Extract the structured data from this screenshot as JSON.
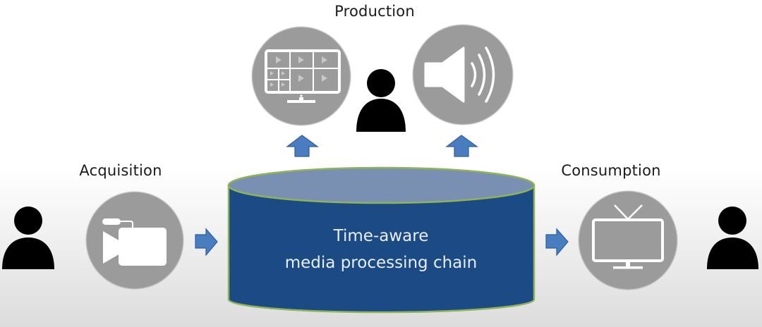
{
  "diagram": {
    "stages": {
      "acquisition": {
        "label": "Acquisition",
        "icon": "video-camera-icon"
      },
      "production": {
        "label": "Production",
        "icons": [
          "video-wall-monitor-icon",
          "speaker-volume-icon"
        ]
      },
      "consumption": {
        "label": "Consumption",
        "icon": "television-icon"
      }
    },
    "central": {
      "line1": "Time-aware",
      "line2": "media processing chain",
      "shape": "cylinder-database"
    },
    "people": [
      "person-icon-acquisition",
      "person-icon-production",
      "person-icon-consumption"
    ],
    "flow": [
      {
        "from": "acquisition",
        "to": "central",
        "direction": "right"
      },
      {
        "from": "central",
        "to": "production-monitor",
        "direction": "up"
      },
      {
        "from": "central",
        "to": "production-speaker",
        "direction": "up"
      },
      {
        "from": "central",
        "to": "consumption",
        "direction": "right"
      }
    ]
  },
  "colors": {
    "cylinder_body": "#1b4a84",
    "cylinder_top": "#7a90b2",
    "cylinder_outline": "#8fb356",
    "arrow_fill": "#4a7cc0",
    "arrow_stroke": "#2f5e9e",
    "icon_circle": "#9b9b9b",
    "icon_glyph": "#ffffff",
    "person": "#000000"
  }
}
